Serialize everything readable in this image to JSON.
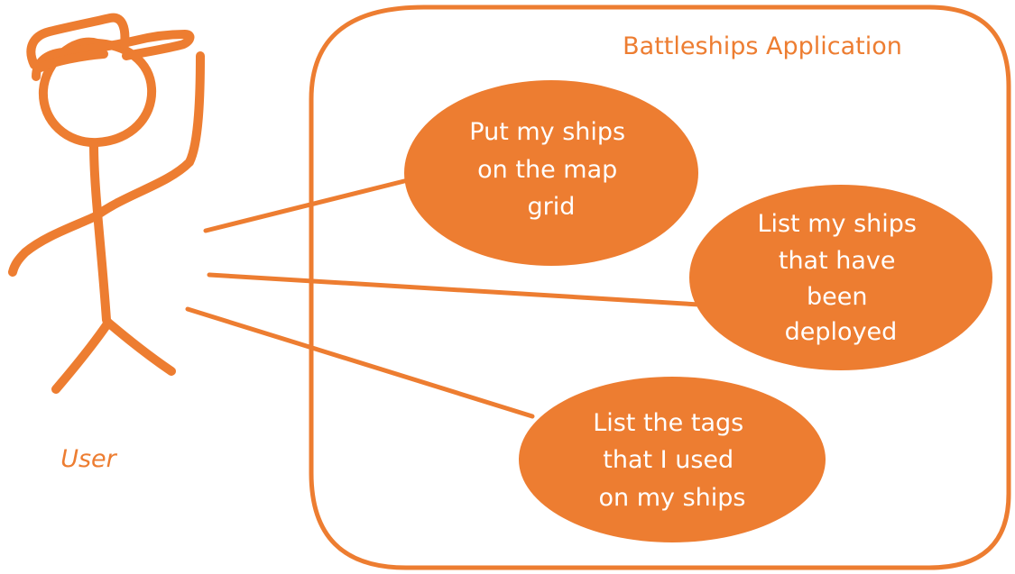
{
  "diagram": {
    "system": {
      "title": "Battleships Application"
    },
    "actor": {
      "label": "User"
    },
    "use_cases": [
      {
        "lines": [
          "Put my ships",
          "on the map",
          "grid"
        ]
      },
      {
        "lines": [
          "List my ships",
          "that have",
          "been",
          "deployed"
        ]
      },
      {
        "lines": [
          "List the tags",
          "that I used",
          "on my ships"
        ]
      }
    ]
  },
  "colors": {
    "accent": "#ED7D31",
    "text_on_accent": "#FFFFFF"
  }
}
